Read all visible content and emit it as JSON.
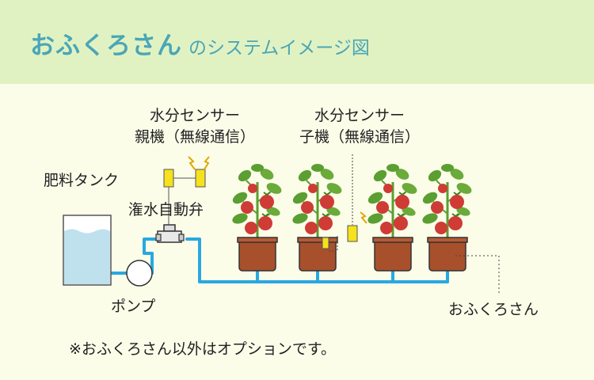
{
  "title": {
    "main": "おふくろさん",
    "sub": "のシステムイメージ図"
  },
  "labels": {
    "parent_sensor_line1": "水分センサー",
    "parent_sensor_line2": "親機（無線通信）",
    "child_sensor_line1": "水分センサー",
    "child_sensor_line2": "子機（無線通信）",
    "tank": "肥料タンク",
    "valve": "潅水自動弁",
    "pump": "ポンプ",
    "planter": "おふくろさん"
  },
  "note": "※おふくろさん以外はオプションです。",
  "colors": {
    "header_bg": "#e1f2c2",
    "page_bg": "#fbfde9",
    "title": "#4aa6b7",
    "pipe": "#29a8e0",
    "pot": "#a8502c",
    "sensor": "#f5e11c",
    "water": "#bfe1ee",
    "tomato": "#cf3b35",
    "leaf": "#5b9e31"
  }
}
